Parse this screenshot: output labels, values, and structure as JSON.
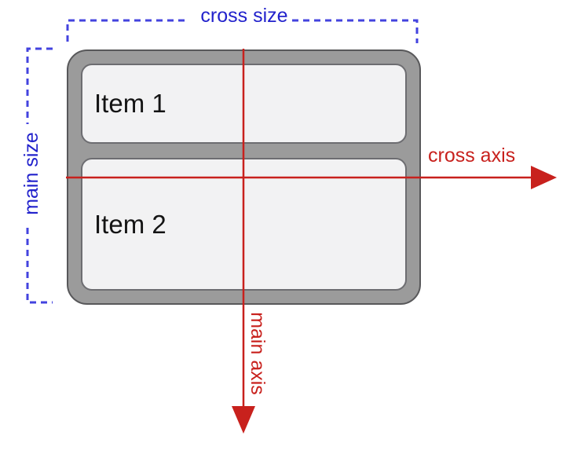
{
  "diagram": {
    "title": "flexbox column axes diagram",
    "container": {
      "items": [
        {
          "label": "Item 1"
        },
        {
          "label": "Item 2"
        }
      ]
    },
    "labels": {
      "cross_size": "cross size",
      "main_size": "main size",
      "cross_axis": "cross axis",
      "main_axis": "main axis"
    }
  },
  "colors": {
    "canvas-bg": "#ffffff",
    "blue-text": "#2222cc",
    "blue-dash": "#4343df",
    "red": "#c8211d",
    "container-fill": "#9b9b9b",
    "container-border": "#58585a",
    "item-fill": "#f2f2f3",
    "item-border": "#6d6d71",
    "item-text": "#141414"
  }
}
